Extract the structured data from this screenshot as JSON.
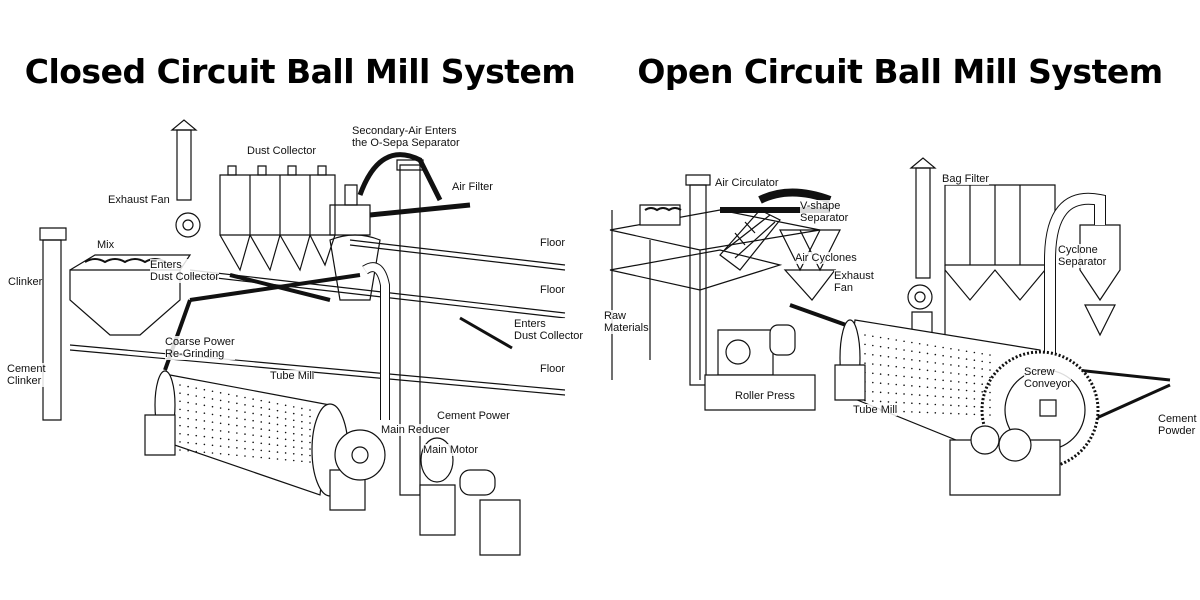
{
  "left": {
    "title": "Closed Circuit Ball Mill System",
    "labels": {
      "secondary_air_1": "Secondary-Air Enters",
      "secondary_air_2": "the O-Sepa Separator",
      "dust_collector": "Dust Collector",
      "exhaust_fan": "Exhaust Fan",
      "air_filter": "Air Filter",
      "mix": "Mix",
      "floor_1": "Floor",
      "floor_2": "Floor",
      "floor_3": "Floor",
      "clinker": "Clinker",
      "enters_dc_left_1": "Enters",
      "enters_dc_left_2": "Dust Collector",
      "enters_dc_right_1": "Enters",
      "enters_dc_right_2": "Dust Collector",
      "coarse_1": "Coarse Power",
      "coarse_2": "Re-Grinding",
      "cement_clinker_1": "Cement",
      "cement_clinker_2": "Clinker",
      "tube_mill": "Tube Mill",
      "cement_power": "Cement Power",
      "main_reducer": "Main Reducer",
      "main_motor": "Main Motor"
    }
  },
  "right": {
    "title": "Open Circuit Ball Mill System",
    "labels": {
      "air_circulator": "Air Circulator",
      "bag_filter": "Bag Filter",
      "v_shape_1": "V-shape",
      "v_shape_2": "Separator",
      "air_cyclones": "Air Cyclones",
      "cyclone_sep_1": "Cyclone",
      "cyclone_sep_2": "Separator",
      "exhaust_fan_1": "Exhaust",
      "exhaust_fan_2": "Fan",
      "raw_materials_1": "Raw",
      "raw_materials_2": "Materials",
      "roller_press": "Roller Press",
      "tube_mill": "Tube Mill",
      "screw_conveyor_1": "Screw",
      "screw_conveyor_2": "Conveyor",
      "cement_powder_1": "Cement",
      "cement_powder_2": "Powder"
    }
  }
}
